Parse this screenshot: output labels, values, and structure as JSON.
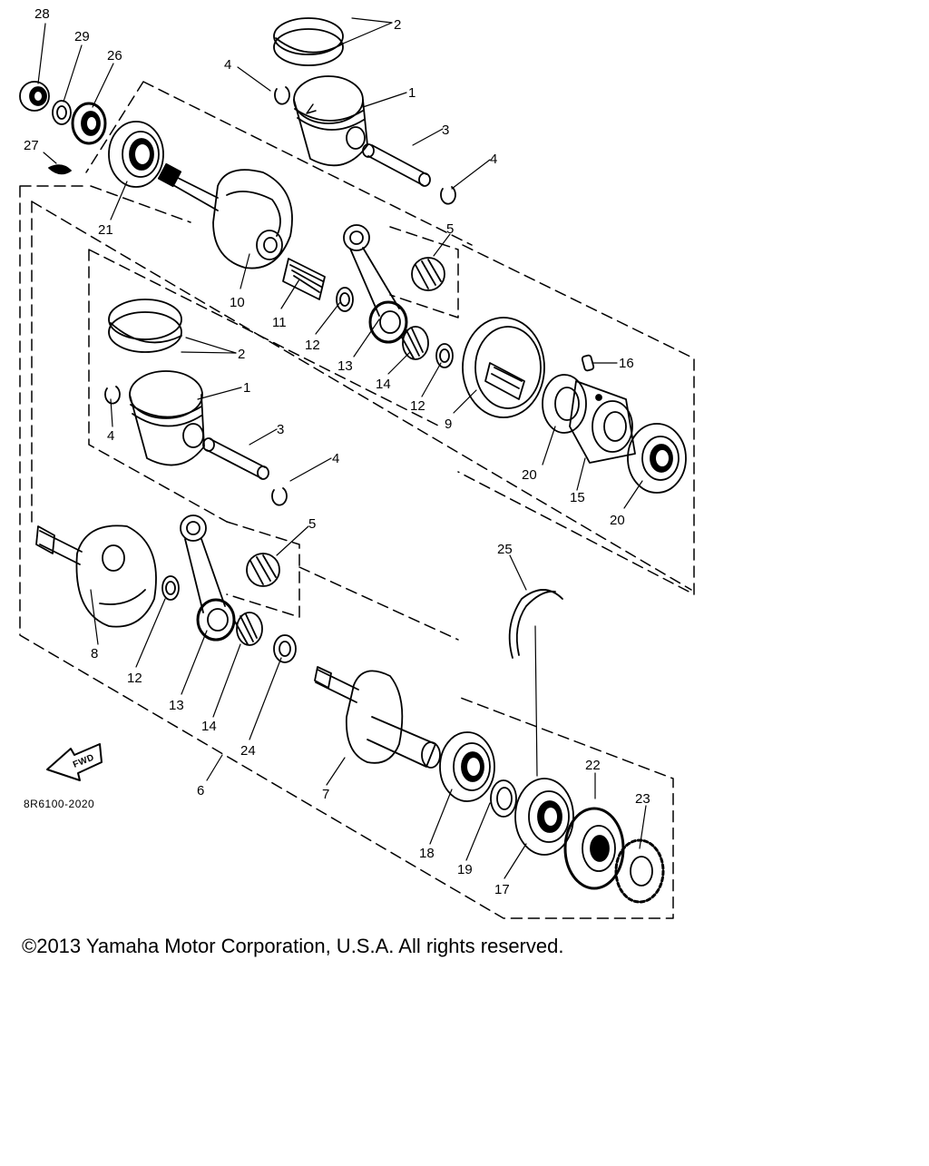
{
  "diagram_code": "8R6100-2020",
  "fwd_label": "FWD",
  "copyright": "©2013 Yamaha Motor Corporation, U.S.A. All rights reserved.",
  "callouts": [
    {
      "id": "c28",
      "text": "28"
    },
    {
      "id": "c29",
      "text": "29"
    },
    {
      "id": "c26",
      "text": "26"
    },
    {
      "id": "c27",
      "text": "27"
    },
    {
      "id": "c21",
      "text": "21"
    },
    {
      "id": "c10",
      "text": "10"
    },
    {
      "id": "c11",
      "text": "11"
    },
    {
      "id": "c12a",
      "text": "12"
    },
    {
      "id": "c13a",
      "text": "13"
    },
    {
      "id": "c14a",
      "text": "14"
    },
    {
      "id": "c12b",
      "text": "12"
    },
    {
      "id": "c9",
      "text": "9"
    },
    {
      "id": "c2a",
      "text": "2"
    },
    {
      "id": "c4a",
      "text": "4"
    },
    {
      "id": "c1a",
      "text": "1"
    },
    {
      "id": "c3a",
      "text": "3"
    },
    {
      "id": "c4b",
      "text": "4"
    },
    {
      "id": "c5a",
      "text": "5"
    },
    {
      "id": "c16",
      "text": "16"
    },
    {
      "id": "c20a",
      "text": "20"
    },
    {
      "id": "c15",
      "text": "15"
    },
    {
      "id": "c20b",
      "text": "20"
    },
    {
      "id": "c2b",
      "text": "2"
    },
    {
      "id": "c1b",
      "text": "1"
    },
    {
      "id": "c4c",
      "text": "4"
    },
    {
      "id": "c3b",
      "text": "3"
    },
    {
      "id": "c4d",
      "text": "4"
    },
    {
      "id": "c5b",
      "text": "5"
    },
    {
      "id": "c25",
      "text": "25"
    },
    {
      "id": "c8",
      "text": "8"
    },
    {
      "id": "c12c",
      "text": "12"
    },
    {
      "id": "c13b",
      "text": "13"
    },
    {
      "id": "c14b",
      "text": "14"
    },
    {
      "id": "c24",
      "text": "24"
    },
    {
      "id": "c6",
      "text": "6"
    },
    {
      "id": "c7",
      "text": "7"
    },
    {
      "id": "c18",
      "text": "18"
    },
    {
      "id": "c19",
      "text": "19"
    },
    {
      "id": "c17",
      "text": "17"
    },
    {
      "id": "c22",
      "text": "22"
    },
    {
      "id": "c23",
      "text": "23"
    }
  ]
}
